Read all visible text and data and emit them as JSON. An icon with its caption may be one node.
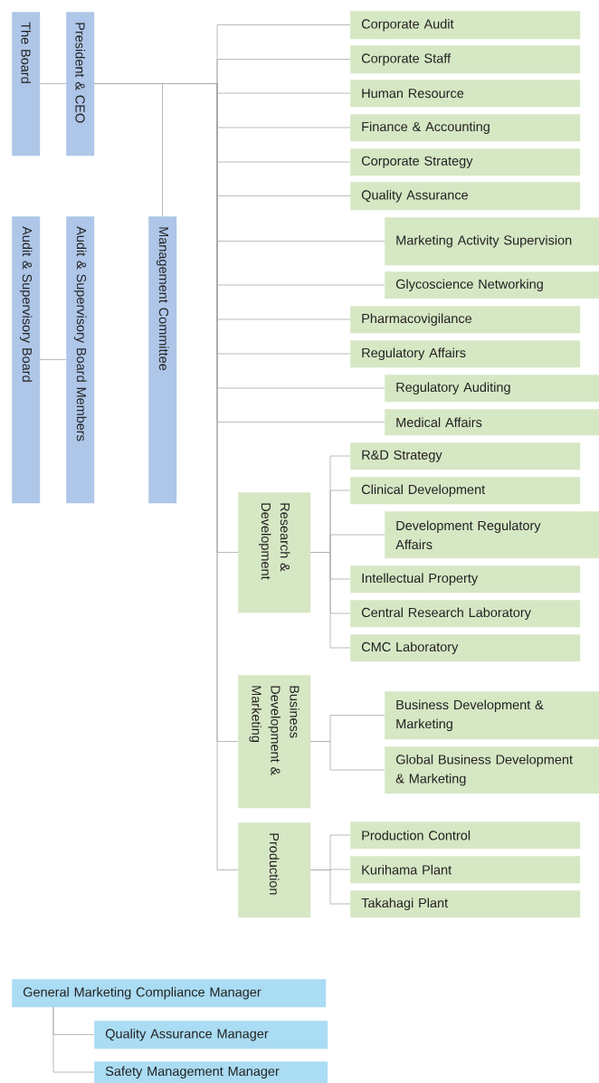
{
  "diagram": {
    "nodes": [
      {
        "text": [
          "The Board"
        ]
      },
      {
        "text": [
          "President & CEO"
        ]
      },
      {
        "text": [
          "Audit & Supervisory Board"
        ]
      },
      {
        "text": [
          "Audit & Supervisory Board Members"
        ]
      },
      {
        "text": [
          "Management Committee"
        ]
      },
      {
        "text": [
          "Corporate Audit"
        ]
      },
      {
        "text": [
          "Corporate Staff"
        ]
      },
      {
        "text": [
          "Human Resource"
        ]
      },
      {
        "text": [
          "Finance & Accounting"
        ]
      },
      {
        "text": [
          "Corporate Strategy"
        ]
      },
      {
        "text": [
          "Quality Assurance"
        ]
      },
      {
        "text": [
          "Marketing Activity Supervision"
        ]
      },
      {
        "text": [
          "Glycoscience Networking"
        ]
      },
      {
        "text": [
          "Pharmacovigilance"
        ]
      },
      {
        "text": [
          "Regulatory Affairs"
        ]
      },
      {
        "text": [
          "Regulatory Auditing"
        ]
      },
      {
        "text": [
          "Medical Affairs"
        ]
      },
      {
        "text": [
          "Research & Development"
        ]
      },
      {
        "text": [
          "R&D Strategy"
        ]
      },
      {
        "text": [
          "Clinical Development"
        ]
      },
      {
        "text": [
          "Development Regulatory Affairs"
        ]
      },
      {
        "text": [
          "Intellectual Property"
        ]
      },
      {
        "text": [
          "Central Research Laboratory"
        ]
      },
      {
        "text": [
          "CMC Laboratory"
        ]
      },
      {
        "text": [
          "Business Development & Marketing"
        ]
      },
      {
        "text": [
          "Business Development & Marketing"
        ]
      },
      {
        "text": [
          "Global Business Development & Marketing"
        ]
      },
      {
        "text": [
          "Production"
        ]
      },
      {
        "text": [
          "Production Control"
        ]
      },
      {
        "text": [
          "Kurihama Plant"
        ]
      },
      {
        "text": [
          "Takahagi Plant"
        ]
      },
      {
        "text": [
          "General Marketing Compliance Manager"
        ]
      },
      {
        "text": [
          "Quality Assurance Manager"
        ]
      },
      {
        "text": [
          "Safety Management Manager"
        ]
      }
    ],
    "edges": [
      {
        "from": 0,
        "to": 1,
        "arrow": "none"
      },
      {
        "from": 1,
        "to": 4,
        "arrow": "none"
      },
      {
        "from": 1,
        "to": 5,
        "arrow": "none"
      },
      {
        "from": 1,
        "to": 6,
        "arrow": "none"
      },
      {
        "from": 1,
        "to": 7,
        "arrow": "none"
      },
      {
        "from": 1,
        "to": 8,
        "arrow": "none"
      },
      {
        "from": 1,
        "to": 9,
        "arrow": "none"
      },
      {
        "from": 1,
        "to": 10,
        "arrow": "none"
      },
      {
        "from": 1,
        "to": 11,
        "arrow": "none"
      },
      {
        "from": 1,
        "to": 12,
        "arrow": "none"
      },
      {
        "from": 1,
        "to": 13,
        "arrow": "none"
      },
      {
        "from": 1,
        "to": 14,
        "arrow": "none"
      },
      {
        "from": 1,
        "to": 15,
        "arrow": "none"
      },
      {
        "from": 1,
        "to": 16,
        "arrow": "none"
      },
      {
        "from": 1,
        "to": 17,
        "arrow": "none"
      },
      {
        "from": 1,
        "to": 24,
        "arrow": "none"
      },
      {
        "from": 1,
        "to": 27,
        "arrow": "none"
      },
      {
        "from": 2,
        "to": 3,
        "arrow": "none"
      },
      {
        "from": 17,
        "to": 18,
        "arrow": "none"
      },
      {
        "from": 17,
        "to": 19,
        "arrow": "none"
      },
      {
        "from": 17,
        "to": 20,
        "arrow": "none"
      },
      {
        "from": 17,
        "to": 21,
        "arrow": "none"
      },
      {
        "from": 17,
        "to": 22,
        "arrow": "none"
      },
      {
        "from": 17,
        "to": 23,
        "arrow": "none"
      },
      {
        "from": 24,
        "to": 25,
        "arrow": "none"
      },
      {
        "from": 24,
        "to": 26,
        "arrow": "none"
      },
      {
        "from": 27,
        "to": 28,
        "arrow": "none"
      },
      {
        "from": 27,
        "to": 29,
        "arrow": "none"
      },
      {
        "from": 27,
        "to": 30,
        "arrow": "none"
      },
      {
        "from": 31,
        "to": 32,
        "arrow": "none"
      },
      {
        "from": 31,
        "to": 33,
        "arrow": "none"
      }
    ]
  }
}
